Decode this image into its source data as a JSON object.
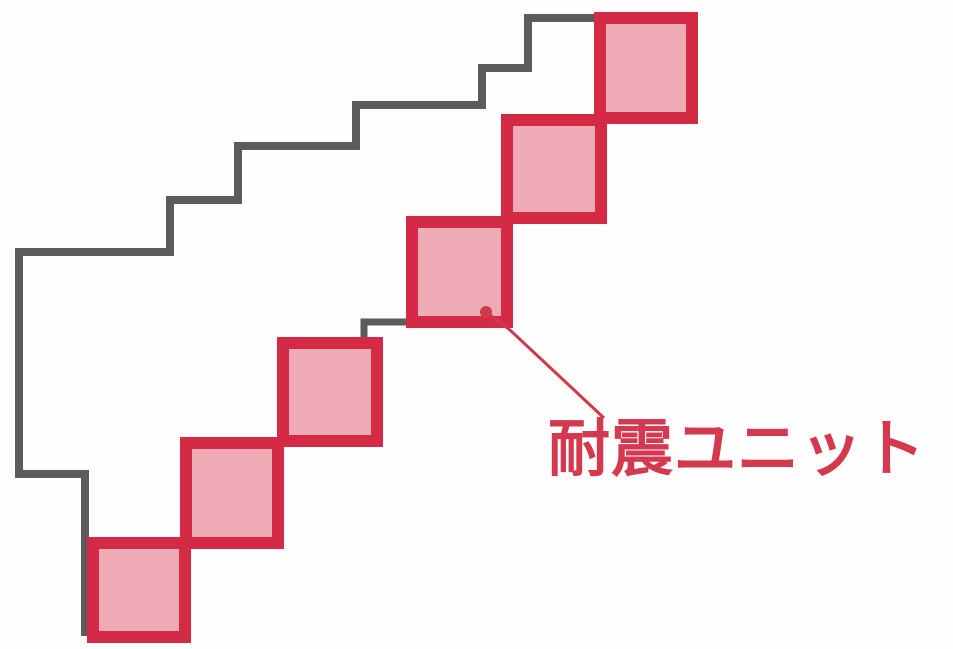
{
  "diagram": {
    "callout_label": "耐震ユニット",
    "colors": {
      "outline": "#5c5c5c",
      "unit_border": "#d42a45",
      "unit_fill": "#eeabb6",
      "callout": "#cc3a4c",
      "label": "#d4394f"
    },
    "units": [
      {
        "name": "unit-1"
      },
      {
        "name": "unit-2"
      },
      {
        "name": "unit-3"
      },
      {
        "name": "unit-4"
      },
      {
        "name": "unit-5"
      },
      {
        "name": "unit-6"
      }
    ]
  }
}
